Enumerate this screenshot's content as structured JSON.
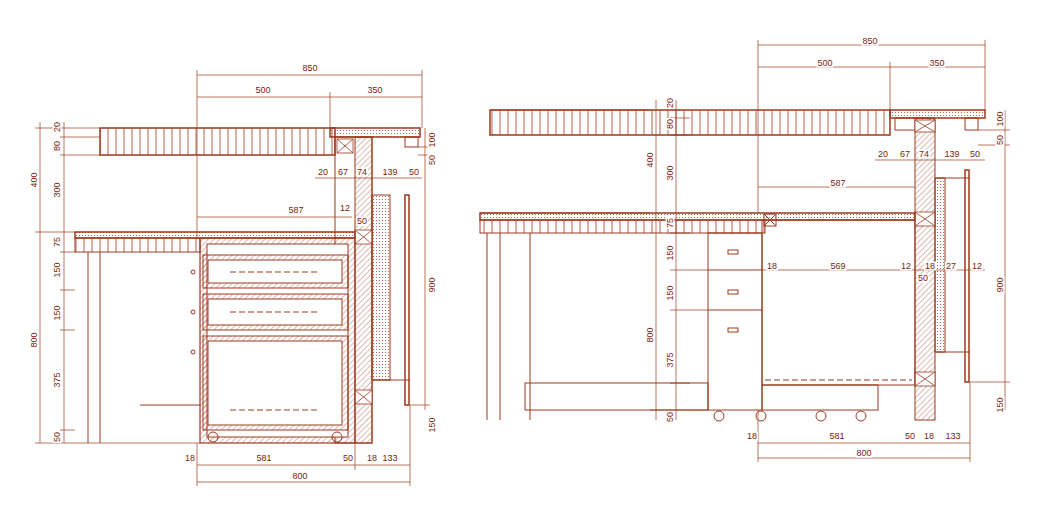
{
  "diagram": {
    "labels": [
      "850",
      "500",
      "350",
      "20",
      "80",
      "400",
      "300",
      "100",
      "50",
      "20",
      "67",
      "74",
      "139",
      "50",
      "587",
      "12",
      "50",
      "75",
      "150",
      "900",
      "800",
      "150",
      "375",
      "150",
      "50",
      "18",
      "581",
      "50",
      "18",
      "133",
      "800",
      "850",
      "500",
      "350",
      "20",
      "80",
      "400",
      "300",
      "100",
      "50",
      "20",
      "67",
      "74",
      "139",
      "50",
      "587",
      "75",
      "150",
      "18",
      "569",
      "12",
      "18",
      "27",
      "12",
      "50",
      "900",
      "150",
      "800",
      "375",
      "150",
      "50",
      "18",
      "581",
      "50",
      "18",
      "133",
      "800"
    ]
  }
}
